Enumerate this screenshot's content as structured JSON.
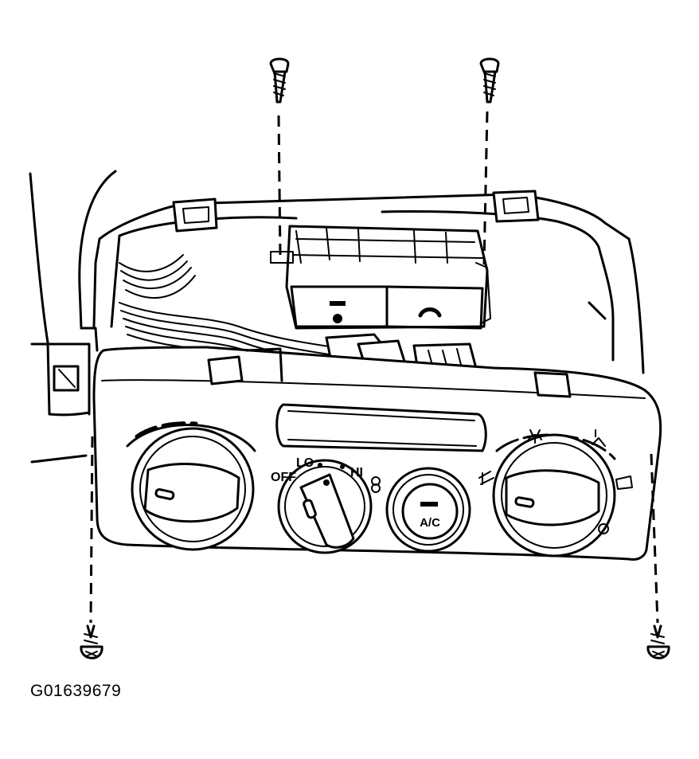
{
  "figure_id": "G01639679",
  "panel": {
    "fan_speed_labels": {
      "off": "OFF",
      "lo": "LO",
      "hi": "HI"
    },
    "ac_button_label": "A/C"
  }
}
